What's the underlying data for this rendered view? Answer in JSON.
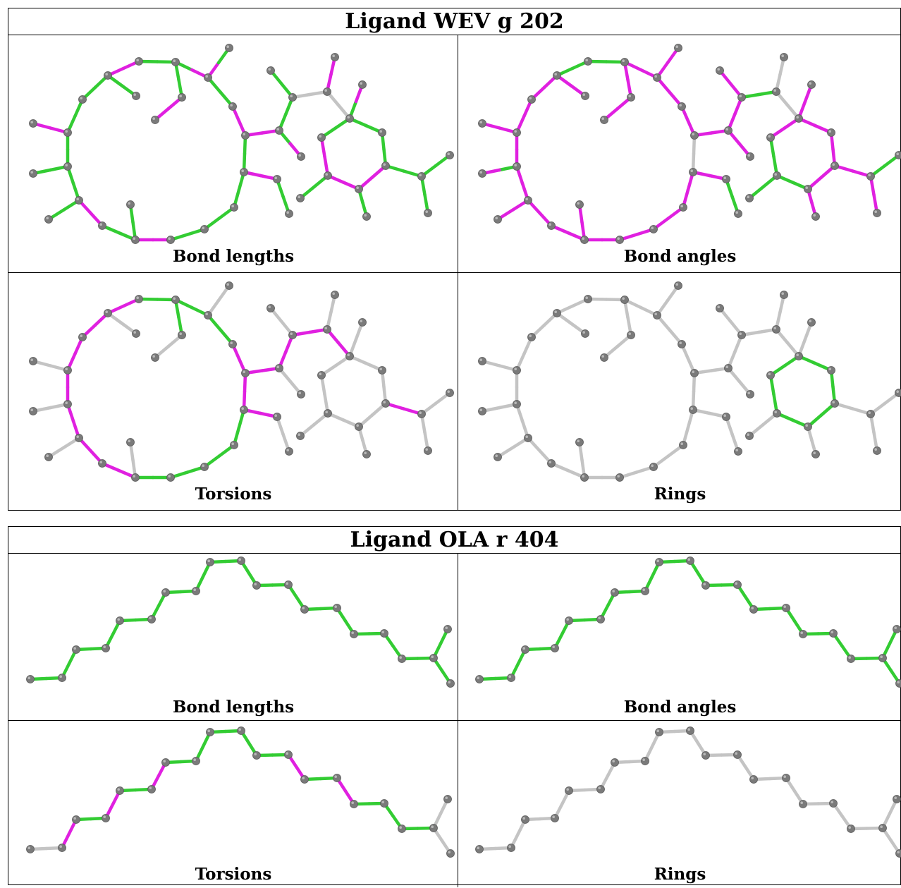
{
  "colors": {
    "green": "#33cc33",
    "magenta": "#e020e0",
    "gray": "#c4c4c4",
    "atom": "#7a7a7a"
  },
  "blocks": [
    {
      "title": "Ligand WEV g 202",
      "captions": [
        "Bond lengths",
        "Bond angles",
        "Torsions",
        "Rings"
      ]
    },
    {
      "title": "Ligand OLA r 404",
      "captions": [
        "Bond lengths",
        "Bond angles",
        "Torsions",
        "Rings"
      ]
    }
  ]
}
